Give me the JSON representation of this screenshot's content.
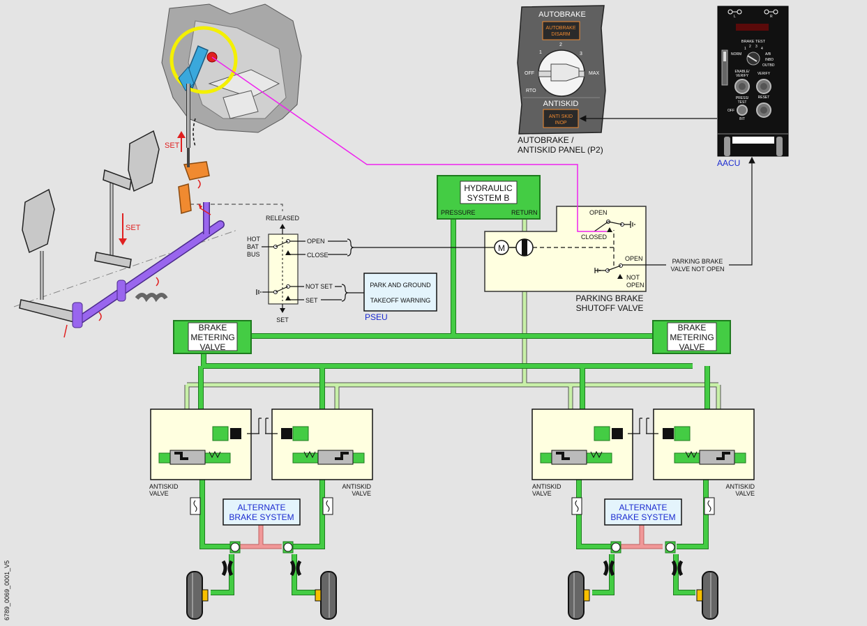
{
  "image_id_text": "6789_0069_0001_V5",
  "colors": {
    "pressure_line": "#44cc44",
    "return_line": "#c8f0a8",
    "alternate_line": "#f09898",
    "signal_line": "#ee22ee",
    "component_fill": "#ffffe0",
    "panel_fill": "#606060",
    "warning_text": "#f08a30",
    "set_arrow": "#e02020",
    "blue_label": "#1a2ad0",
    "lever_fill": "#3aa8dc",
    "linkage_fill": "#f08a30",
    "rod_fill": "#9966ee"
  },
  "labels": {
    "hydraulic_system": [
      "HYDRAULIC",
      "SYSTEM B"
    ],
    "pressure": "PRESSURE",
    "return": "RETURN",
    "brake_metering_valve": [
      "BRAKE",
      "METERING",
      "VALVE"
    ],
    "antiskid_valve": [
      "ANTISKID",
      "VALVE"
    ],
    "alternate_brake_system": [
      "ALTERNATE",
      "BRAKE SYSTEM"
    ],
    "pseu": "PSEU",
    "pseu_box": [
      "PARK AND GROUND",
      "TAKEOFF WARNING"
    ],
    "released": "RELEASED",
    "set": "SET",
    "hot_bat_bus": [
      "HOT",
      "BAT",
      "BUS"
    ],
    "open": "OPEN",
    "close": "CLOSE",
    "not_set": "NOT SET",
    "parking_brake_shutoff_valve": [
      "PARKING BRAKE",
      "SHUTOFF VALVE"
    ],
    "closed": "CLOSED",
    "not_open": [
      "NOT",
      "OPEN"
    ],
    "parking_brake_valve_not_open": [
      "PARKING BRAKE",
      "VALVE NOT OPEN"
    ],
    "motor": "M",
    "pedal_set": "SET",
    "lever_set": "SET",
    "panel_caption": [
      "AUTOBRAKE /",
      "ANTISKID PANEL (P2)"
    ],
    "aacu": "AACU"
  },
  "autobrake_panel": {
    "title": "AUTOBRAKE",
    "disarm_light": [
      "AUTOBRAKE",
      "DISARM"
    ],
    "selector_positions": [
      "OFF",
      "RTO",
      "1",
      "2",
      "3",
      "MAX"
    ],
    "antiskid_title": "ANTISKID",
    "inop_light": [
      "ANTI SKID",
      "INOP"
    ]
  },
  "aacu_panel": {
    "brake_test_label": "BRAKE TEST",
    "brake_test_positions": [
      "NORM",
      "1",
      "2",
      "3",
      "4",
      "A/B",
      "INBD",
      "OUTBD"
    ],
    "enable_verify": [
      "ENABLE/",
      "VERIFY"
    ],
    "verify": "VERIFY",
    "press_test": [
      "PRESS/",
      "TEST"
    ],
    "reset": "RESET",
    "off": "OFF",
    "bit": "BIT",
    "connectors": [
      "L",
      "R"
    ]
  }
}
